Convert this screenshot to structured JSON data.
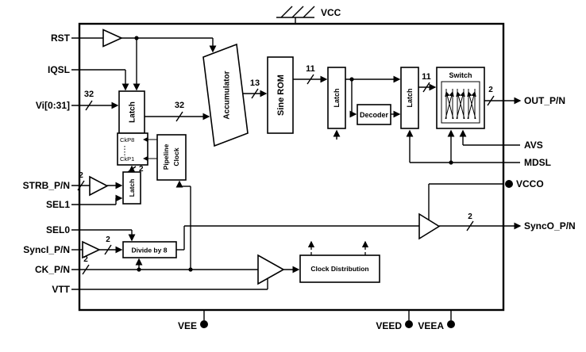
{
  "pins": {
    "top": [
      "VCC"
    ],
    "left": [
      "RST",
      "IQSL",
      "Vi[0:31]",
      "STRB_P/N",
      "SEL1",
      "SEL0",
      "SyncI_P/N",
      "CK_P/N",
      "VTT"
    ],
    "right": [
      "OUT_P/N",
      "AVS",
      "MDSL",
      "VCCO",
      "SyncO_P/N"
    ],
    "bottom": [
      "VEE",
      "VEED",
      "VEEA"
    ]
  },
  "blocks": {
    "latch_in": "Latch",
    "ckp8": "CkP8",
    "ckp1": "CkP1",
    "pipeline_line1": "Pipeline",
    "pipeline_line2": "Clock",
    "accumulator": "Accumulator",
    "sine_rom": "Sine ROM",
    "latch_rom": "Latch",
    "decoder": "Decoder",
    "latch_out": "Latch",
    "switch": "Switch",
    "latch_sel": "Latch",
    "divide_by_8": "Divide by 8",
    "clock_distribution": "Clock Distribution"
  },
  "bus": {
    "vi": "32",
    "acc_in": "32",
    "acc_out": "13",
    "rom_out": "11",
    "switch_in": "11",
    "out": "2",
    "strb": "2",
    "sel": "2",
    "synci": "2",
    "ck": "2",
    "synco": "2"
  },
  "colors": {
    "bus_label": "#cc0000",
    "line": "#000000"
  }
}
